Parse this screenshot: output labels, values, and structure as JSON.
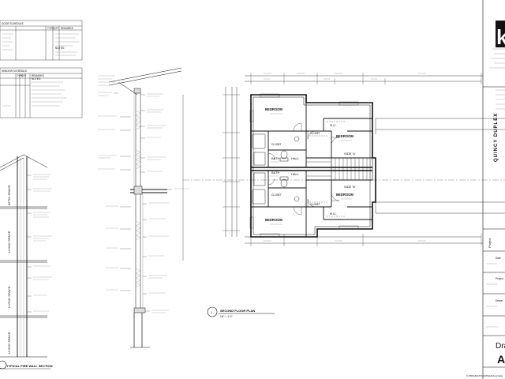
{
  "schedules": {
    "door_schedule_title": "DOOR SCHEDULE",
    "window_schedule_title": "WINDOW SCHEDULE",
    "columns": [
      "TYPE",
      "QTY",
      "REMARKS"
    ],
    "notes_label": "NOTES:"
  },
  "wall_section": {
    "title": "TYPICAL FIRE WALL SECTION",
    "labels": [
      "ATTIC SPACE",
      "LIVING SPACE",
      "LIVING SPACE",
      "LIVING SPACE"
    ]
  },
  "floor_plan": {
    "title": "SECOND FLOOR PLAN",
    "scale": "1/4\" = 1'-0\"",
    "detail_number": "1",
    "rooms": [
      "BEDROOM",
      "BEDROOM",
      "BEDROOM",
      "BEDROOM",
      "BATH",
      "BATH",
      "HALL",
      "HALL",
      "CLOSET",
      "CLOSET",
      "CLOSET",
      "CLOSET",
      "W.I.C.",
      "W.I.C."
    ],
    "unit_labels": [
      "SIDE 'A'",
      "SIDE 'B'"
    ]
  },
  "title_block": {
    "logo_letter": "k",
    "project_label": "Project",
    "vertical_title": "QUINCY DUPLEX",
    "date_label": "Date",
    "project_no_label": "Project",
    "drawn_label": "Drawn",
    "drawing_label": "Dra",
    "sheet_no": "A",
    "file_path": "K:\\PROJECTS\\DUPLEX\\A1-2.dwg"
  }
}
